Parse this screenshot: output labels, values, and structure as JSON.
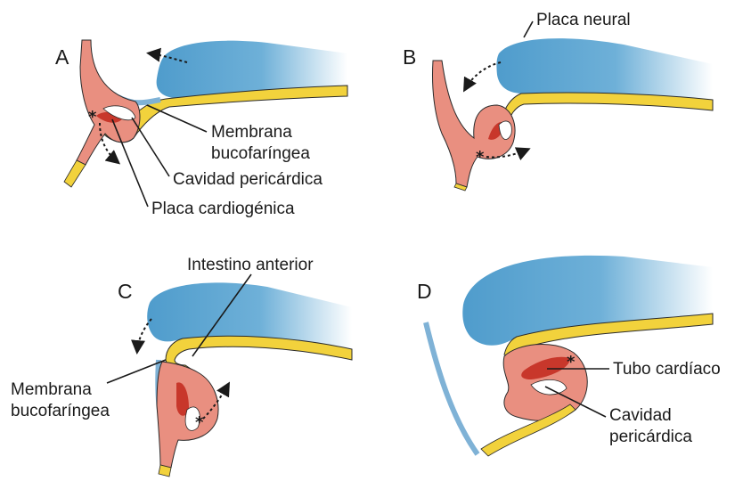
{
  "panels": {
    "a": {
      "letter": "A",
      "labels": {
        "membrane_line1": "Membrana",
        "membrane_line2": "bucofaríngea",
        "pericardial_cavity": "Cavidad pericárdica",
        "cardiogenic_plate": "Placa cardiogénica"
      }
    },
    "b": {
      "letter": "B",
      "labels": {
        "neural_plate": "Placa neural"
      }
    },
    "c": {
      "letter": "C",
      "labels": {
        "foregut": "Intestino anterior",
        "membrane_line1": "Membrana",
        "membrane_line2": "bucofaríngea"
      }
    },
    "d": {
      "letter": "D",
      "labels": {
        "heart_tube": "Tubo cardíaco",
        "cavity_line1": "Cavidad",
        "cavity_line2": "pericárdica"
      }
    }
  },
  "marker_symbol": "*",
  "colors": {
    "neural_tissue": "#5ba3cf",
    "endoderm": "#f2d23c",
    "mesoderm": "#e98f80",
    "cardiac_tube": "#c8372b",
    "ectoderm_line": "#7fb2d6"
  }
}
